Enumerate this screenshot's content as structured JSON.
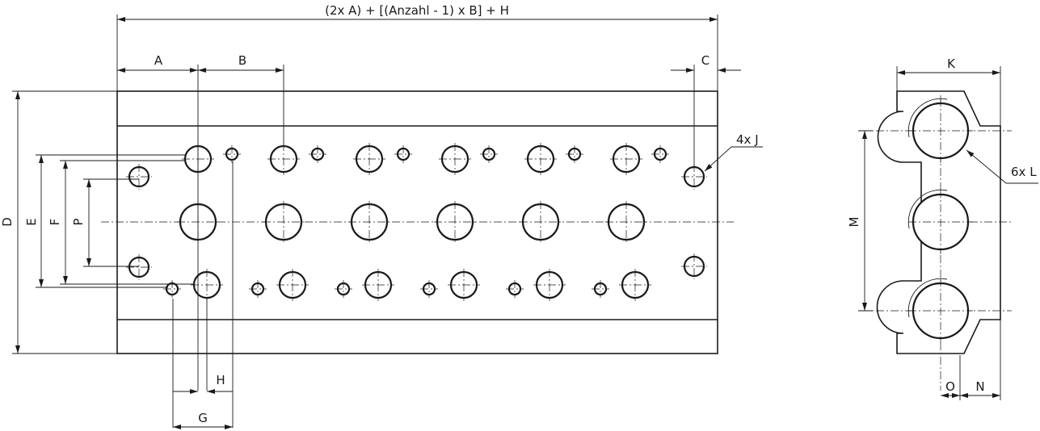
{
  "labels": {
    "total_length": "(2x A) + [(Anzahl - 1) x B] + H",
    "A": "A",
    "B": "B",
    "C": "C",
    "D": "D",
    "E": "E",
    "F": "F",
    "P": "P",
    "G": "G",
    "H": "H",
    "J": "4x J",
    "K": "K",
    "L": "6x L",
    "M": "M",
    "O": "O",
    "N": "N"
  },
  "ports": {
    "stations": 6,
    "mounting_holes": 4,
    "side_ports": 6
  }
}
